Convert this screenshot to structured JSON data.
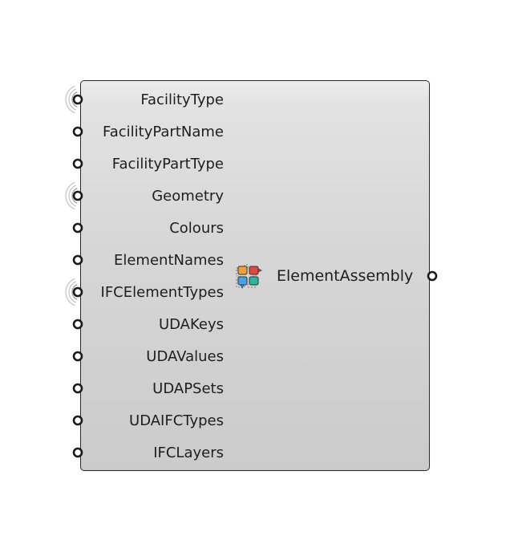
{
  "component": {
    "name": "ElementAssembly",
    "icon": "element-assembly-icon",
    "inputs": [
      {
        "label": "FacilityType",
        "wireless": true
      },
      {
        "label": "FacilityPartName",
        "wireless": false
      },
      {
        "label": "FacilityPartType",
        "wireless": false
      },
      {
        "label": "Geometry",
        "wireless": true
      },
      {
        "label": "Colours",
        "wireless": false
      },
      {
        "label": "ElementNames",
        "wireless": false
      },
      {
        "label": "IFCElementTypes",
        "wireless": true
      },
      {
        "label": "UDAKeys",
        "wireless": false
      },
      {
        "label": "UDAValues",
        "wireless": false
      },
      {
        "label": "UDAPSets",
        "wireless": false
      },
      {
        "label": "UDAIFCTypes",
        "wireless": false
      },
      {
        "label": "IFCLayers",
        "wireless": false
      }
    ],
    "outputs": [
      {
        "label": "ElementAssembly"
      }
    ]
  },
  "colors": {
    "border": "#2b2b2b",
    "text": "#1e1e1e",
    "icon_orange": "#f0a23a",
    "icon_red": "#e0473f",
    "icon_blue": "#4aa3e0",
    "icon_teal": "#2fb59a"
  }
}
